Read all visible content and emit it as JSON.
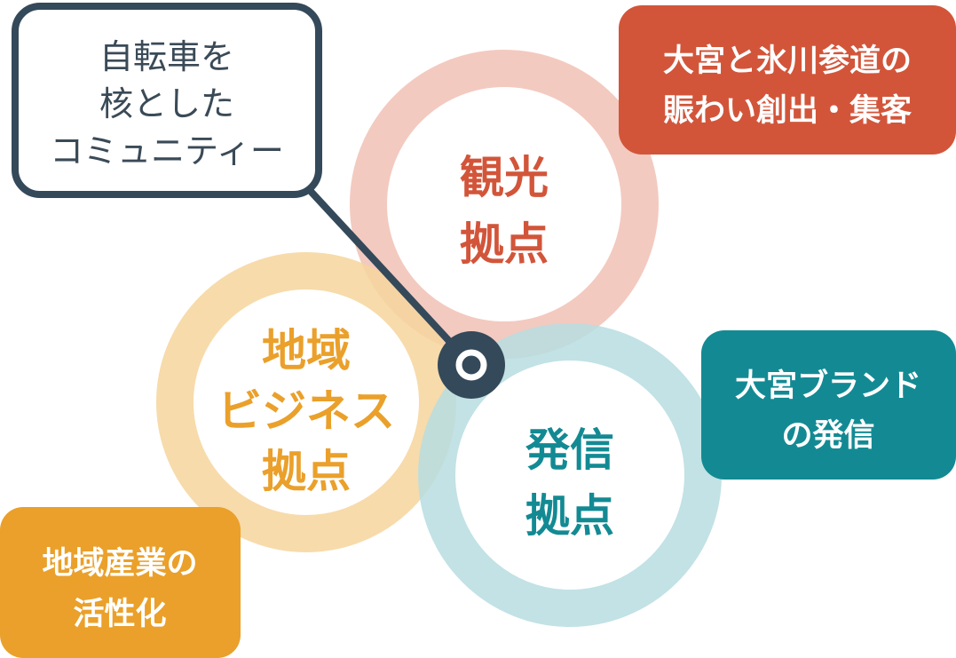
{
  "core": {
    "lines": [
      "自転車を",
      "核とした",
      "コミュニティー"
    ]
  },
  "rings": {
    "tourism": {
      "lines": [
        "観光",
        "拠点"
      ],
      "color": "#d2553a",
      "ring_color": "#f2c7bd"
    },
    "business": {
      "lines": [
        "地域",
        "ビジネス",
        "拠点"
      ],
      "color": "#eaa02a",
      "ring_color": "#f6d59c"
    },
    "broadcast": {
      "lines": [
        "発信",
        "拠点"
      ],
      "color": "#138a93",
      "ring_color": "#b7dde0"
    }
  },
  "callouts": {
    "tourism": {
      "lines": [
        "大宮と氷川参道の",
        "賑わい創出・集客"
      ],
      "color": "#d2553a"
    },
    "broadcast": {
      "lines": [
        "大宮ブランド",
        "の発信"
      ],
      "color": "#138a93"
    },
    "business": {
      "lines": [
        "地域産業の",
        "活性化"
      ],
      "color": "#eaa02a"
    }
  },
  "hub_color": "#34495a"
}
